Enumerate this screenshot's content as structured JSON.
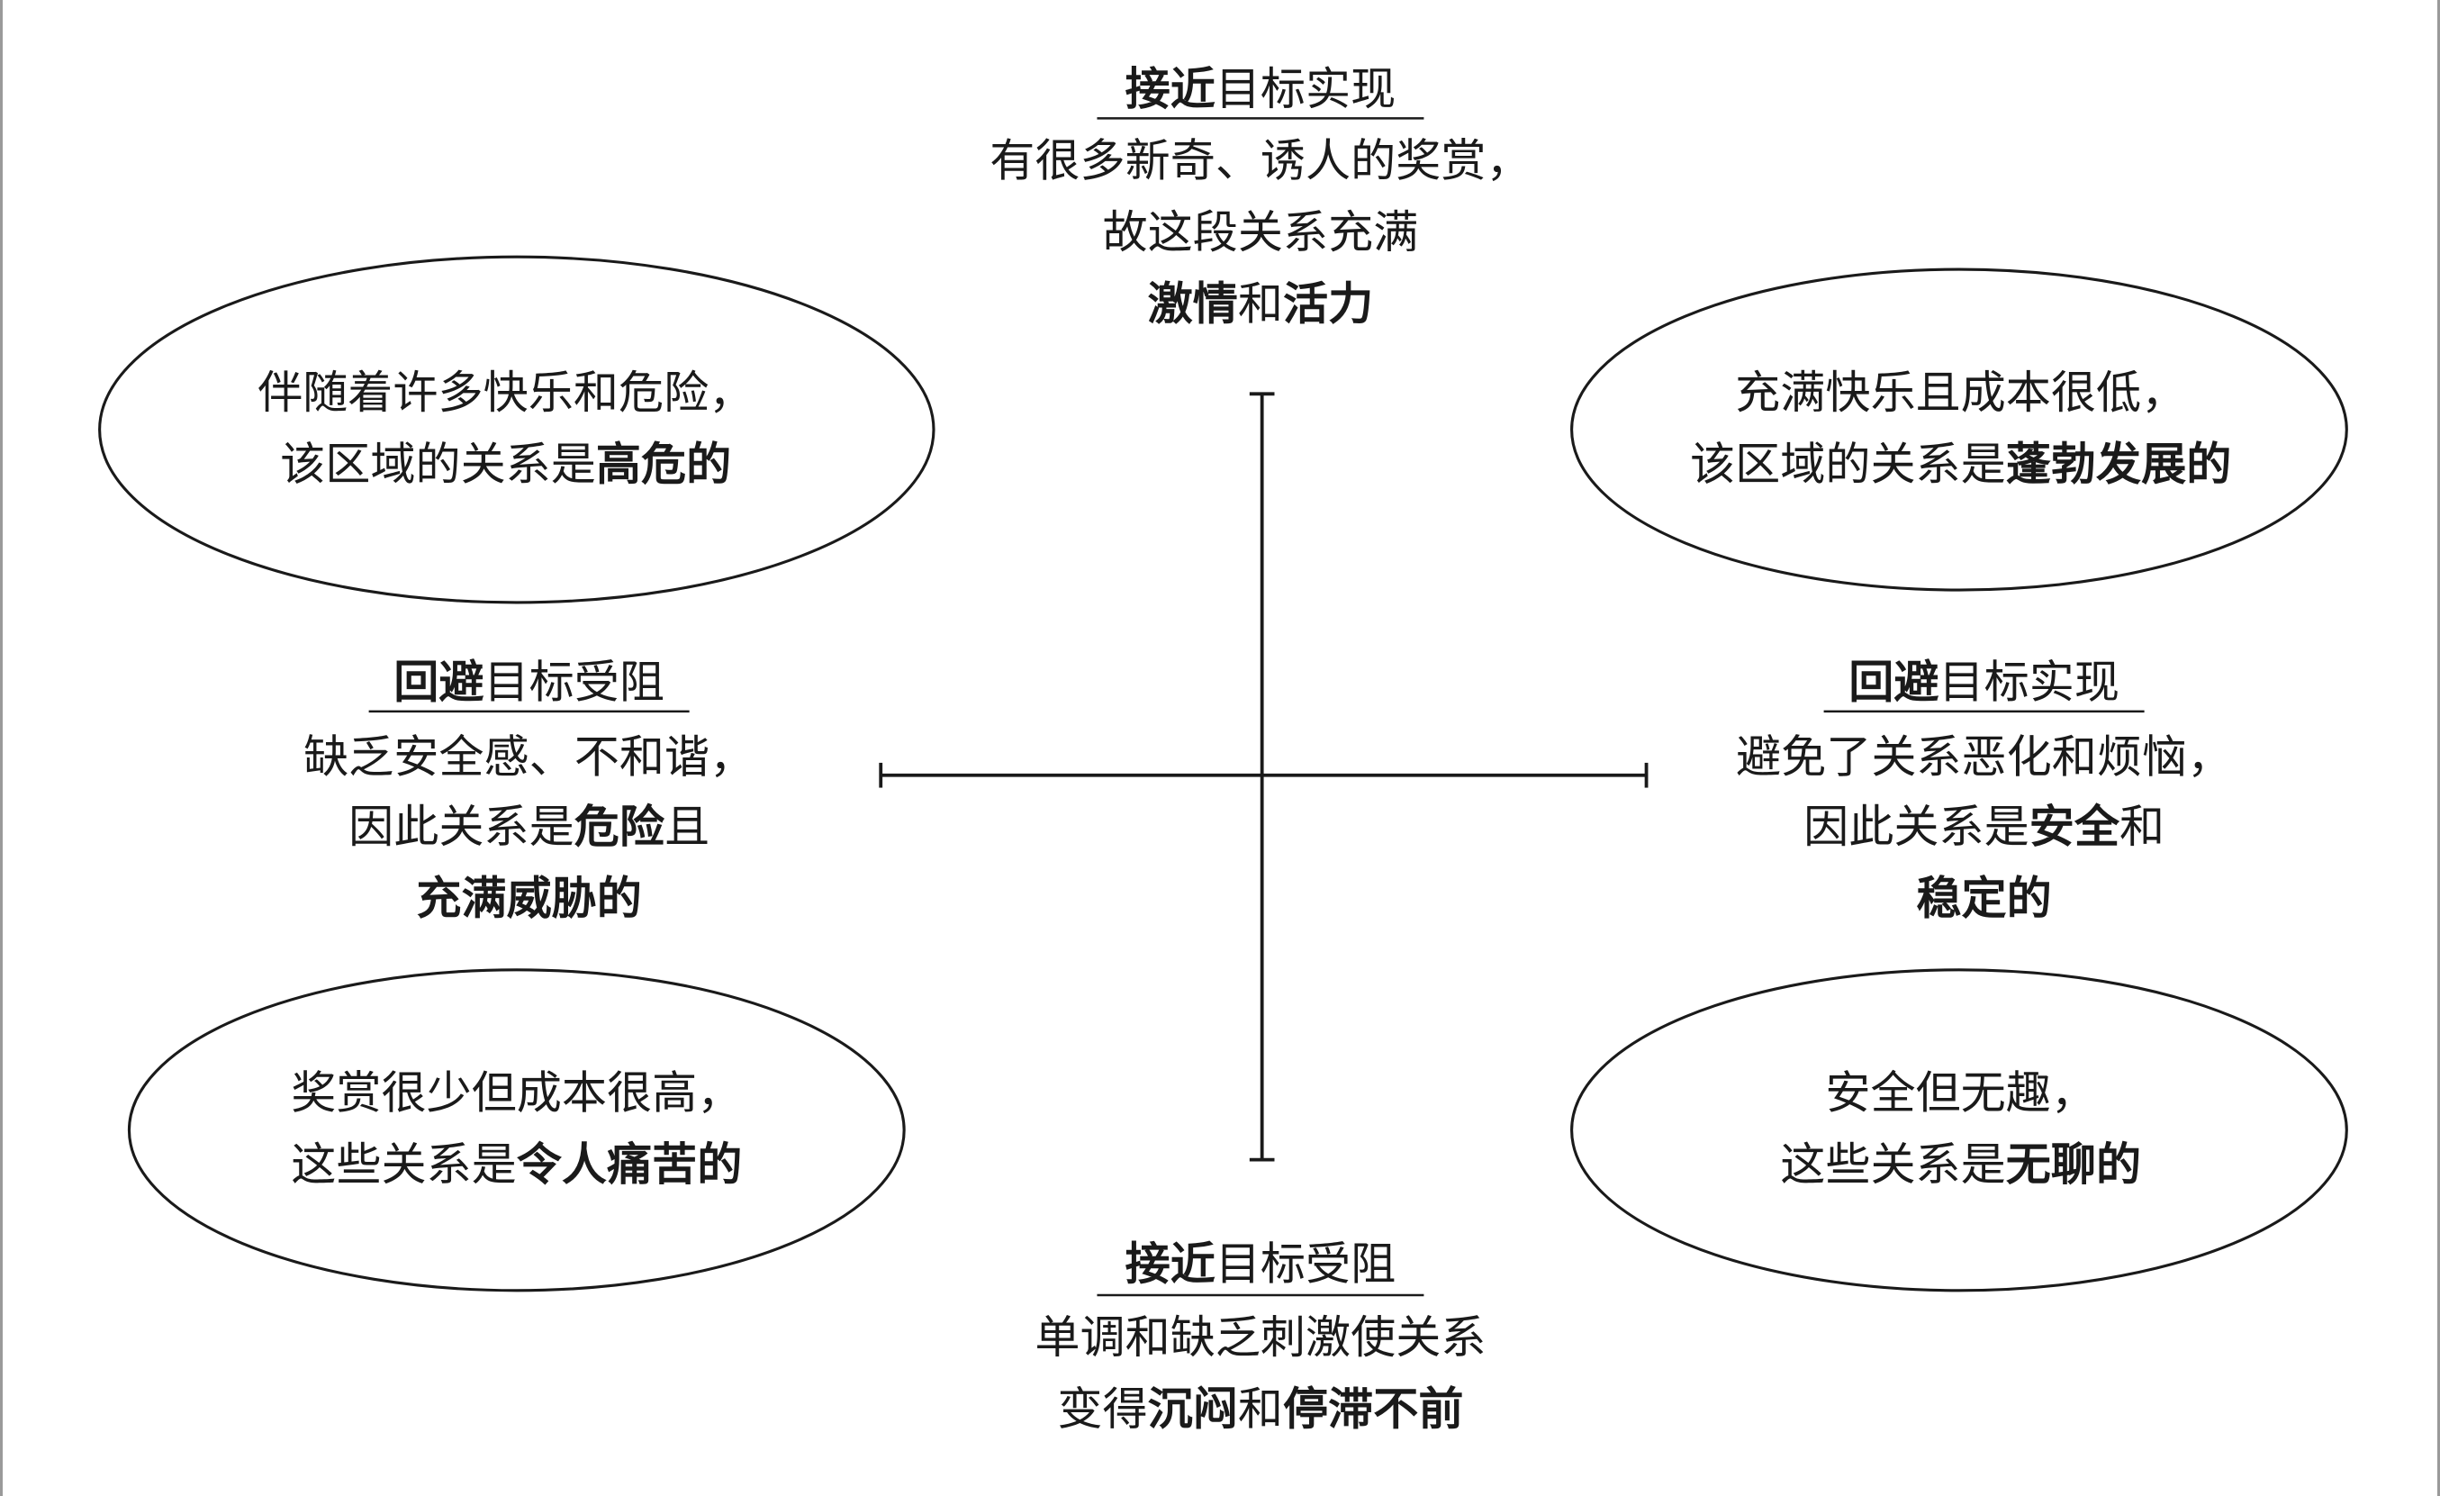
{
  "blocks": {
    "top": {
      "lines": [
        [
          {
            "t": "接近",
            "b": true
          },
          {
            "t": "目标实现",
            "b": false
          }
        ],
        [
          {
            "t": "有很多新奇、诱人的奖赏，",
            "b": false
          }
        ],
        [
          {
            "t": "故这段关系充满",
            "b": false
          }
        ],
        [
          {
            "t": "激情",
            "b": true
          },
          {
            "t": "和",
            "b": false
          },
          {
            "t": "活力",
            "b": true
          }
        ]
      ]
    },
    "left": {
      "lines": [
        [
          {
            "t": "回避",
            "b": true
          },
          {
            "t": "目标受阻",
            "b": false
          }
        ],
        [
          {
            "t": "缺乏安全感、不和谐，",
            "b": false
          }
        ],
        [
          {
            "t": "因此关系是",
            "b": false
          },
          {
            "t": "危险",
            "b": true
          },
          {
            "t": "且",
            "b": false
          }
        ],
        [
          {
            "t": "充满威胁的",
            "b": true
          }
        ]
      ]
    },
    "right": {
      "lines": [
        [
          {
            "t": "回避",
            "b": true
          },
          {
            "t": "目标实现",
            "b": false
          }
        ],
        [
          {
            "t": "避免了关系恶化和烦恼，",
            "b": false
          }
        ],
        [
          {
            "t": "因此关系是",
            "b": false
          },
          {
            "t": "安全",
            "b": true
          },
          {
            "t": "和",
            "b": false
          }
        ],
        [
          {
            "t": "稳定的",
            "b": true
          }
        ]
      ]
    },
    "bottom": {
      "lines": [
        [
          {
            "t": "接近",
            "b": true
          },
          {
            "t": "目标受阻",
            "b": false
          }
        ],
        [
          {
            "t": "单调和缺乏刺激使关系",
            "b": false
          }
        ],
        [
          {
            "t": "变得",
            "b": false
          },
          {
            "t": "沉闷",
            "b": true
          },
          {
            "t": "和",
            "b": false
          },
          {
            "t": "停滞不前",
            "b": true
          }
        ]
      ]
    },
    "ellipse_tl": {
      "lines": [
        [
          {
            "t": "伴随着许多快乐和危险，",
            "b": false
          }
        ],
        [
          {
            "t": "该区域的关系是",
            "b": false
          },
          {
            "t": "高危的",
            "b": true
          }
        ]
      ]
    },
    "ellipse_tr": {
      "lines": [
        [
          {
            "t": "充满快乐且成本很低，",
            "b": false
          }
        ],
        [
          {
            "t": "该区域的关系是",
            "b": false
          },
          {
            "t": "蓬勃发展的",
            "b": true
          }
        ]
      ]
    },
    "ellipse_bl": {
      "lines": [
        [
          {
            "t": "奖赏很少但成本很高，",
            "b": false
          }
        ],
        [
          {
            "t": "这些关系是",
            "b": false
          },
          {
            "t": "令人痛苦的",
            "b": true
          }
        ]
      ]
    },
    "ellipse_br": {
      "lines": [
        [
          {
            "t": "安全但无趣，",
            "b": false
          }
        ],
        [
          {
            "t": "这些关系是",
            "b": false
          },
          {
            "t": "无聊的",
            "b": true
          }
        ]
      ]
    }
  }
}
